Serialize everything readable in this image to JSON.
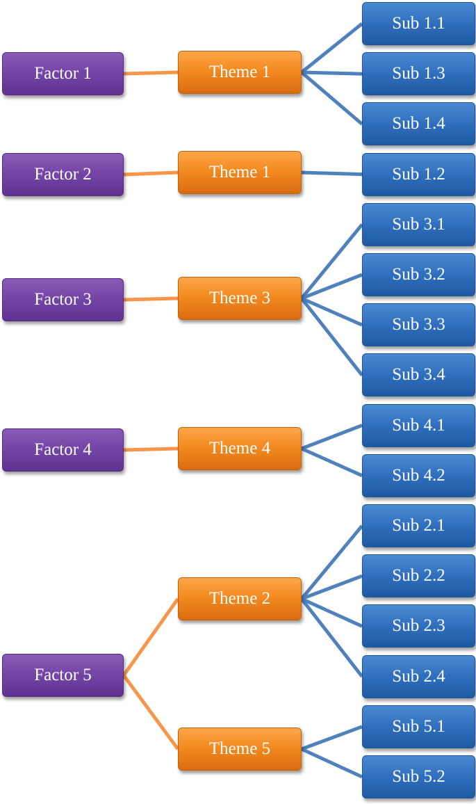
{
  "diagram": {
    "colors": {
      "factor": "#7546a6",
      "theme": "#f38a21",
      "sub": "#2f6fbd",
      "factor_theme_link": "#f5964a",
      "theme_sub_link": "#4f81bd"
    },
    "factors": [
      {
        "label": "Factor 1",
        "themes": [
          {
            "label": "Theme 1",
            "subs": [
              "Sub 1.1",
              "Sub 1.3",
              "Sub 1.4"
            ]
          }
        ]
      },
      {
        "label": "Factor 2",
        "themes": [
          {
            "label": "Theme 1",
            "subs": [
              "Sub 1.2"
            ]
          }
        ]
      },
      {
        "label": "Factor 3",
        "themes": [
          {
            "label": "Theme 3",
            "subs": [
              "Sub 3.1",
              "Sub 3.2",
              "Sub 3.3",
              "Sub 3.4"
            ]
          }
        ]
      },
      {
        "label": "Factor 4",
        "themes": [
          {
            "label": "Theme 4",
            "subs": [
              "Sub 4.1",
              "Sub 4.2"
            ]
          }
        ]
      },
      {
        "label": "Factor 5",
        "themes": [
          {
            "label": "Theme 2",
            "subs": [
              "Sub 2.1",
              "Sub 2.2",
              "Sub 2.3",
              "Sub 2.4"
            ]
          },
          {
            "label": "Theme 5",
            "subs": [
              "Sub 5.1",
              "Sub 5.2"
            ]
          }
        ]
      }
    ]
  }
}
